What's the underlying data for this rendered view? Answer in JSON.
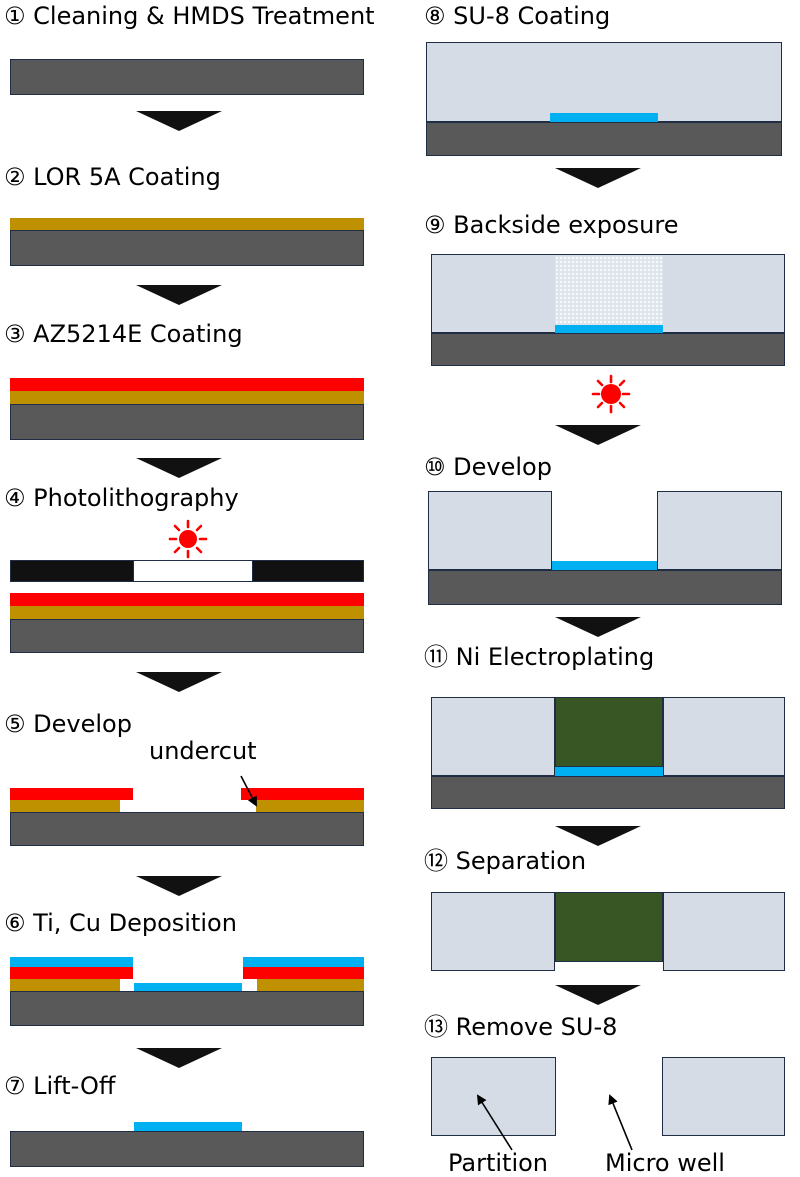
{
  "colors": {
    "substrate": "#595959",
    "lor": "#bf9000",
    "photoresist": "#ff0000",
    "metal": "#00b0f0",
    "su8": "#d6dce5",
    "nickel": "#375623",
    "outline": "#1f2d45",
    "arrow": "#111111"
  },
  "icons": {
    "process_arrow": "down-arrow-icon",
    "uv_light": "sun-icon"
  },
  "steps": [
    {
      "label": "① Cleaning & HMDS Treatment"
    },
    {
      "label": "② LOR 5A Coating"
    },
    {
      "label": "③ AZ5214E Coating"
    },
    {
      "label": "④ Photolithography"
    },
    {
      "label": "⑤ Develop"
    },
    {
      "label": "⑥ Ti, Cu Deposition"
    },
    {
      "label": "⑦ Lift-Off"
    },
    {
      "label": "⑧ SU-8 Coating"
    },
    {
      "label": "⑨ Backside exposure"
    },
    {
      "label": "⑩ Develop"
    },
    {
      "label": "⑪ Ni Electroplating"
    },
    {
      "label": "⑫ Separation"
    },
    {
      "label": "⑬ Remove SU-8"
    }
  ],
  "annotations": {
    "undercut": "undercut",
    "partition": "Partition",
    "micro_well": "Micro well"
  }
}
